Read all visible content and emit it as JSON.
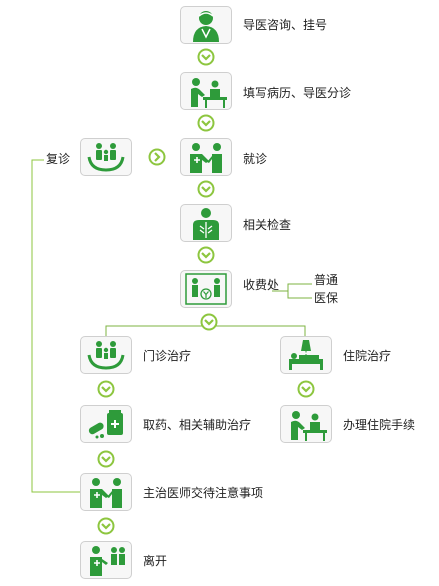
{
  "colors": {
    "green": "#2e9b3a",
    "arrow": "#8dc63f",
    "line": "#7cb342",
    "tile_bg": "#f7f7f7"
  },
  "steps": {
    "consult": {
      "label": "导医咨询、挂号",
      "icon": "nurse-icon"
    },
    "fill": {
      "label": "填写病历、导医分诊",
      "icon": "desk-writing-icon"
    },
    "visit": {
      "label": "就诊",
      "icon": "doctor-patient-icon"
    },
    "exam": {
      "label": "相关检查",
      "icon": "chest-xray-icon"
    },
    "pay": {
      "label": "收费处",
      "icon": "cashier-icon",
      "options": [
        "普通",
        "医保"
      ]
    },
    "outpatient": {
      "label": "门诊治疗",
      "icon": "family-hands-icon"
    },
    "inpatient": {
      "label": "住院治疗",
      "icon": "hospital-bed-icon"
    },
    "medicine": {
      "label": "取药、相关辅助治疗",
      "icon": "medicine-box-icon"
    },
    "admission": {
      "label": "办理住院手续",
      "icon": "desk-writing-icon"
    },
    "advice": {
      "label": "主治医师交待注意事项",
      "icon": "doctor-patient-icon"
    },
    "leave": {
      "label": "离开",
      "icon": "exit-people-icon"
    },
    "revisit": {
      "label": "复诊",
      "icon": "family-hands-icon"
    }
  }
}
